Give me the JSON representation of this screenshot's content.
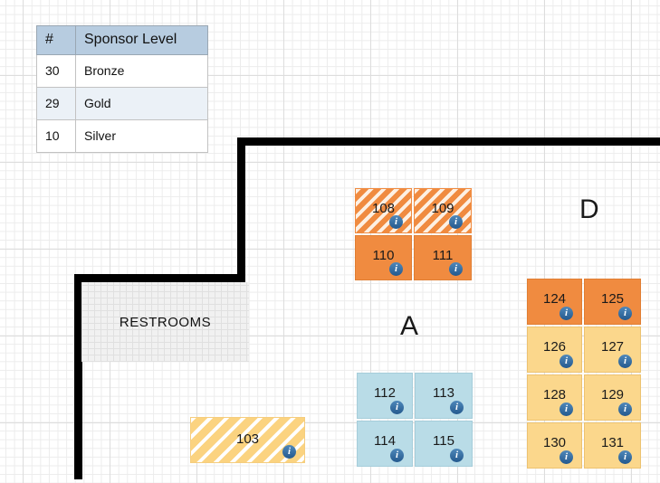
{
  "legend": {
    "columns": [
      "#",
      "Sponsor Level"
    ],
    "rows": [
      {
        "count": "30",
        "level": "Bronze"
      },
      {
        "count": "29",
        "level": "Gold"
      },
      {
        "count": "10",
        "level": "Silver"
      }
    ]
  },
  "areas": {
    "a": {
      "label": "A"
    },
    "d": {
      "label": "D"
    }
  },
  "restrooms_label": "RESTROOMS",
  "booths": {
    "b103": {
      "number": "103",
      "variant": "yellow-striped"
    },
    "b108": {
      "number": "108",
      "variant": "orange-striped"
    },
    "b109": {
      "number": "109",
      "variant": "orange-striped"
    },
    "b110": {
      "number": "110",
      "variant": "orange"
    },
    "b111": {
      "number": "111",
      "variant": "orange"
    },
    "b112": {
      "number": "112",
      "variant": "blue"
    },
    "b113": {
      "number": "113",
      "variant": "blue"
    },
    "b114": {
      "number": "114",
      "variant": "blue"
    },
    "b115": {
      "number": "115",
      "variant": "blue"
    },
    "b124": {
      "number": "124",
      "variant": "orange"
    },
    "b125": {
      "number": "125",
      "variant": "orange"
    },
    "b126": {
      "number": "126",
      "variant": "yellow"
    },
    "b127": {
      "number": "127",
      "variant": "yellow"
    },
    "b128": {
      "number": "128",
      "variant": "yellow"
    },
    "b129": {
      "number": "129",
      "variant": "yellow"
    },
    "b130": {
      "number": "130",
      "variant": "yellow"
    },
    "b131": {
      "number": "131",
      "variant": "yellow"
    }
  },
  "icons": {
    "info": "i"
  },
  "colors": {
    "booth_orange": "#F08B40",
    "booth_yellow": "#FBD78C",
    "booth_blue": "#B9DCE7",
    "legend_header": "#B7CCE0",
    "legend_alt_row": "#EBF1F7",
    "info_icon": "#2C689C",
    "wall": "#000000"
  }
}
